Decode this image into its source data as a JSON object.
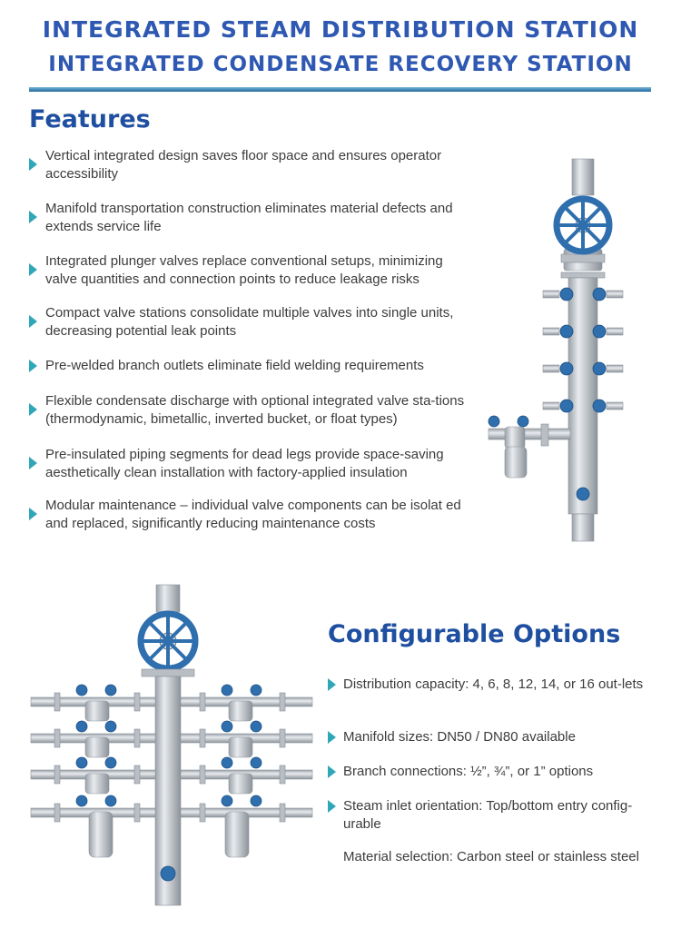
{
  "header": {
    "title_line1": "INTEGRATED STEAM DISTRIBUTION STATION",
    "title_line2": "INTEGRATED CONDENSATE RECOVERY STATION"
  },
  "features": {
    "heading": "Features",
    "items": [
      {
        "text": "Vertical integrated design saves floor space and ensures operator accessibility"
      },
      {
        "text": "Manifold transportation construction eliminates material defects and extends service life"
      },
      {
        "text": "Integrated plunger valves replace conventional setups, minimizing valve quantities and connection points to reduce leakage risks"
      },
      {
        "text": "Compact valve stations consolidate multiple valves into single units, decreasing potential leak points"
      },
      {
        "text": "Pre-welded branch outlets eliminate field welding requirements"
      },
      {
        "text": "Flexible condensate discharge with optional integrated valve sta-tions (thermodynamic, bimetallic, inverted bucket, or float types)"
      },
      {
        "text": "Pre-insulated piping segments for dead legs provide space-saving aesthetically clean installation with factory-applied insulation"
      },
      {
        "text": "Modular maintenance – individual valve components can be isolat ed and replaced, significantly reducing maintenance costs"
      }
    ]
  },
  "options": {
    "heading": "Configurable Options",
    "items": [
      {
        "text": "Distribution capacity: 4, 6, 8, 12, 14, or 16 out-lets",
        "bullet": true
      },
      {
        "text": "Manifold sizes: DN50 / DN80 available",
        "bullet": true
      },
      {
        "text": "Branch connections: ½”, ¾”, or 1” options",
        "bullet": true
      },
      {
        "text": "Steam inlet orientation: Top/bottom entry config-urable",
        "bullet": true
      },
      {
        "text": "Material selection: Carbon steel or stainless steel",
        "bullet": false
      }
    ]
  },
  "colors": {
    "title_blue": "#2e58b2",
    "heading_blue": "#1f4fa0",
    "bullet_teal": "#2fa7b8",
    "valve_blue": "#2f6fae",
    "steel": "#c9cdd1"
  },
  "images": {
    "top": {
      "icon": "steam-distribution-station-vertical-image"
    },
    "bottom": {
      "icon": "condensate-recovery-station-manifold-image"
    }
  }
}
